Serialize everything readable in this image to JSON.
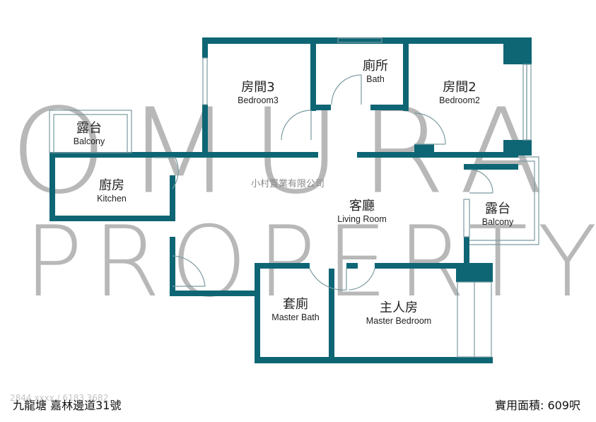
{
  "watermark": {
    "line1": "OMURA",
    "line2": "PROPERTY",
    "company": "小村置業有限公司",
    "phone": "2844 xxxx / 6183 3682"
  },
  "rooms": {
    "bedroom3": {
      "cn": "房間3",
      "en": "Bedroom3"
    },
    "bath": {
      "cn": "廁所",
      "en": "Bath"
    },
    "bedroom2": {
      "cn": "房間2",
      "en": "Bedroom2"
    },
    "balcony_left": {
      "cn": "露台",
      "en": "Balcony"
    },
    "kitchen": {
      "cn": "廚房",
      "en": "Kitchen"
    },
    "living_room": {
      "cn": "客廳",
      "en": "Living Room"
    },
    "balcony_right": {
      "cn": "露台",
      "en": "Balcony"
    },
    "master_bath": {
      "cn": "套廁",
      "en": "Master Bath"
    },
    "master_bedroom": {
      "cn": "主人房",
      "en": "Master Bedroom"
    }
  },
  "footer": {
    "address": "九龍塘 嘉林邊道31號",
    "saleable_area": "實用面積: 609呎"
  },
  "colors": {
    "wall": "#0e6674",
    "thin_line": "#7a9aa0",
    "watermark": "#b8b8b8"
  }
}
